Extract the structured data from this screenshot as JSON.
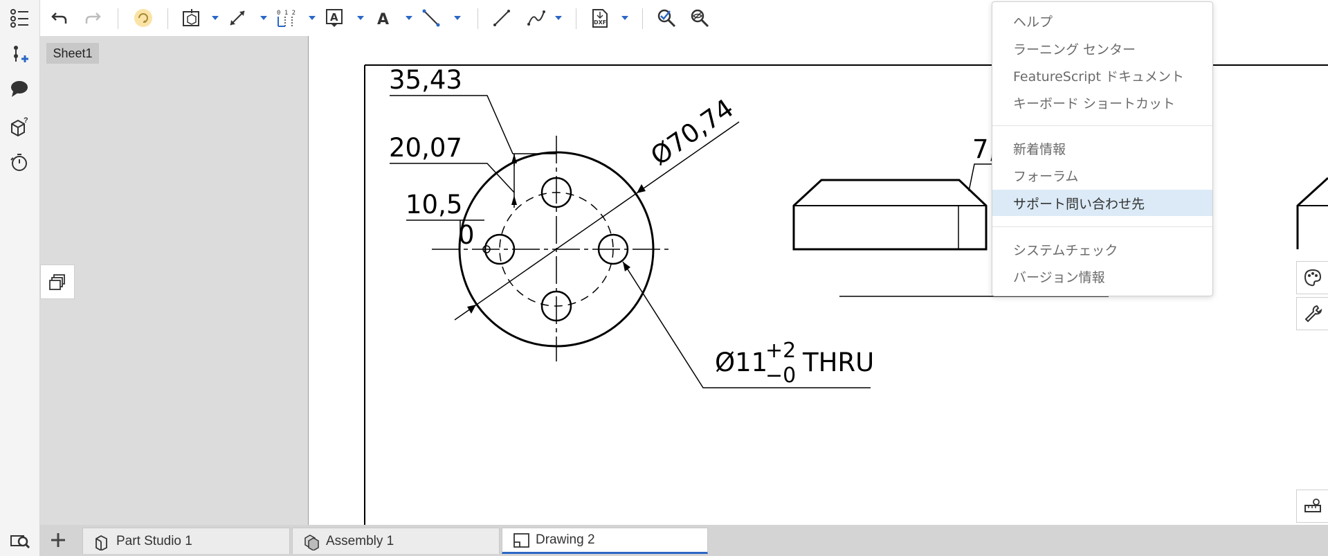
{
  "sheet_panel": {
    "sheet_label": "Sheet1"
  },
  "drawing": {
    "dim_top": "35,43",
    "dim_mid": "20,07",
    "dim_low": "10,5",
    "dim_zero": "0",
    "dim_diameter": "Ø70,74",
    "hole_callout_main": "Ø11",
    "hole_tol_plus": "+2",
    "hole_tol_minus": "−0",
    "hole_callout_suffix": "THRU",
    "partial_dim": "7,"
  },
  "help_menu": {
    "items_group1": [
      "ヘルプ",
      "ラーニング センター",
      "FeatureScript ドキュメント",
      "キーボード ショートカット"
    ],
    "items_group2": [
      "新着情報",
      "フォーラム",
      "サポート問い合わせ先"
    ],
    "items_group3": [
      "システムチェック",
      "バージョン情報"
    ],
    "highlighted": "サポート問い合わせ先"
  },
  "tabs": [
    {
      "label": "Part Studio 1",
      "icon": "part-studio-icon"
    },
    {
      "label": "Assembly 1",
      "icon": "assembly-icon"
    },
    {
      "label": "Drawing 2",
      "icon": "drawing-icon"
    }
  ],
  "colors": {
    "accent": "#2a67c6",
    "menu_highlight": "#dbeaf6",
    "panel_bg": "#dcdcdc"
  }
}
